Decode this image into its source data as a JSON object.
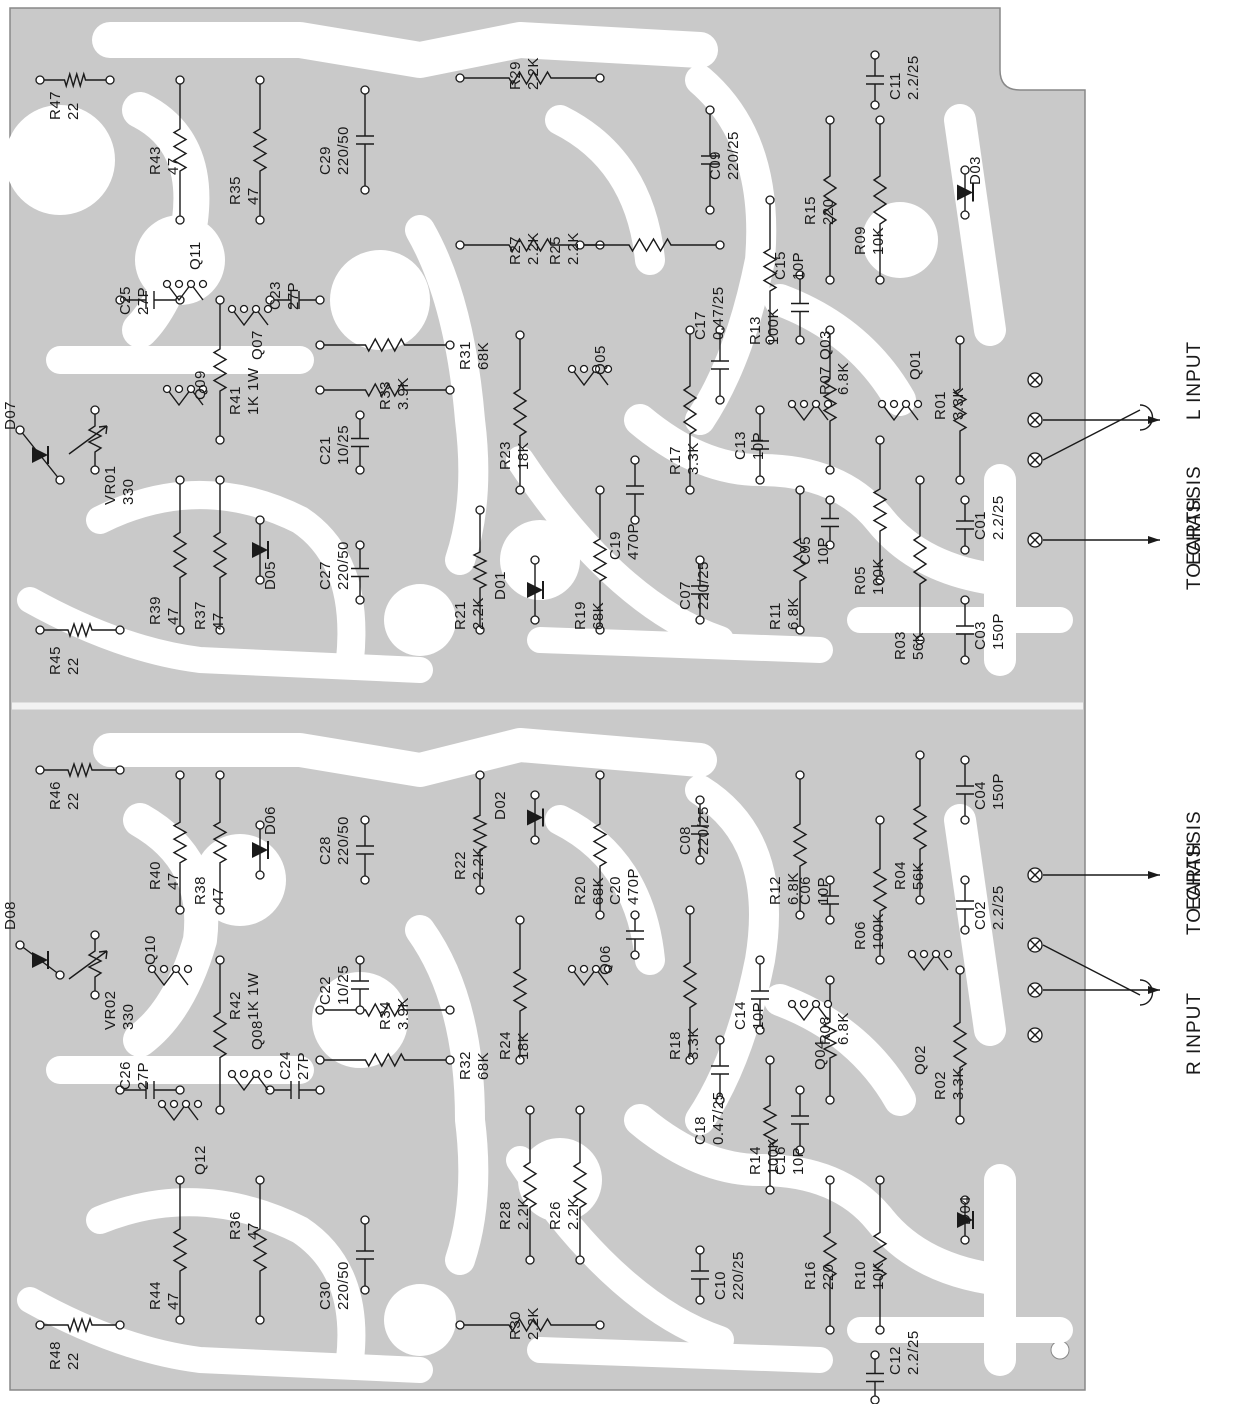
{
  "colors": {
    "board": "#c9c9c9",
    "trace": "#ffffff",
    "ink": "#1a1a1a",
    "paper": "#ffffff"
  },
  "left_channel": {
    "resistors": [
      {
        "ref": "R47",
        "val": "22"
      },
      {
        "ref": "R43",
        "val": "47"
      },
      {
        "ref": "R35",
        "val": "47"
      },
      {
        "ref": "R29",
        "val": "2.2K"
      },
      {
        "ref": "R27",
        "val": "2.2K"
      },
      {
        "ref": "R25",
        "val": "2.2K"
      },
      {
        "ref": "R15",
        "val": "220"
      },
      {
        "ref": "R09",
        "val": "10K"
      },
      {
        "ref": "R13",
        "val": "100K"
      },
      {
        "ref": "R31",
        "val": "68K"
      },
      {
        "ref": "R41",
        "val": "1K 1W"
      },
      {
        "ref": "R33",
        "val": "3.9K"
      },
      {
        "ref": "R23",
        "val": "18K"
      },
      {
        "ref": "R17",
        "val": "3.3K"
      },
      {
        "ref": "R07",
        "val": "6.8K"
      },
      {
        "ref": "R01",
        "val": "3.3K"
      },
      {
        "ref": "R39",
        "val": "47"
      },
      {
        "ref": "R37",
        "val": "47"
      },
      {
        "ref": "R21",
        "val": "2.2K"
      },
      {
        "ref": "R19",
        "val": "68K"
      },
      {
        "ref": "R11",
        "val": "6.8K"
      },
      {
        "ref": "R05",
        "val": "100K"
      },
      {
        "ref": "R03",
        "val": "56K"
      },
      {
        "ref": "R45",
        "val": "22"
      }
    ],
    "capacitors": [
      {
        "ref": "C29",
        "val": "220/50"
      },
      {
        "ref": "C09",
        "val": "220/25"
      },
      {
        "ref": "C11",
        "val": "2.2/25"
      },
      {
        "ref": "C25",
        "val": "27P"
      },
      {
        "ref": "C23",
        "val": "27P"
      },
      {
        "ref": "C17",
        "val": "0.47/25"
      },
      {
        "ref": "C15",
        "val": "10P"
      },
      {
        "ref": "C21",
        "val": "10/25"
      },
      {
        "ref": "C13",
        "val": "10P"
      },
      {
        "ref": "C19",
        "val": "470P"
      },
      {
        "ref": "C27",
        "val": "220/50"
      },
      {
        "ref": "C07",
        "val": "220/25"
      },
      {
        "ref": "C05",
        "val": "10P"
      },
      {
        "ref": "C01",
        "val": "2.2/25"
      },
      {
        "ref": "C03",
        "val": "150P"
      }
    ],
    "transistors": [
      "Q11",
      "Q07",
      "Q09",
      "Q05",
      "Q03",
      "Q01"
    ],
    "diodes": [
      "D07",
      "D05",
      "D01",
      "D03"
    ],
    "trimmer": {
      "ref": "VR01",
      "val": "330"
    }
  },
  "right_channel": {
    "resistors": [
      {
        "ref": "R46",
        "val": "22"
      },
      {
        "ref": "R40",
        "val": "47"
      },
      {
        "ref": "R38",
        "val": "47"
      },
      {
        "ref": "R22",
        "val": "2.2K"
      },
      {
        "ref": "R20",
        "val": "68K"
      },
      {
        "ref": "R12",
        "val": "6.8K"
      },
      {
        "ref": "R06",
        "val": "100K"
      },
      {
        "ref": "R04",
        "val": "56K"
      },
      {
        "ref": "R42",
        "val": "1K 1W"
      },
      {
        "ref": "R34",
        "val": "3.9K"
      },
      {
        "ref": "R24",
        "val": "18K"
      },
      {
        "ref": "R18",
        "val": "3.3K"
      },
      {
        "ref": "R08",
        "val": "6.8K"
      },
      {
        "ref": "R02",
        "val": "3.3K"
      },
      {
        "ref": "R32",
        "val": "68K"
      },
      {
        "ref": "R14",
        "val": "100K"
      },
      {
        "ref": "R44",
        "val": "47"
      },
      {
        "ref": "R36",
        "val": "47"
      },
      {
        "ref": "R28",
        "val": "2.2K"
      },
      {
        "ref": "R26",
        "val": "2.2K"
      },
      {
        "ref": "R16",
        "val": "220"
      },
      {
        "ref": "R10",
        "val": "10K"
      },
      {
        "ref": "R48",
        "val": "22"
      },
      {
        "ref": "R30",
        "val": "2.2K"
      }
    ],
    "capacitors": [
      {
        "ref": "C28",
        "val": "220/50"
      },
      {
        "ref": "C08",
        "val": "220/25"
      },
      {
        "ref": "C04",
        "val": "150P"
      },
      {
        "ref": "C20",
        "val": "470P"
      },
      {
        "ref": "C06",
        "val": "10P"
      },
      {
        "ref": "C02",
        "val": "2.2/25"
      },
      {
        "ref": "C22",
        "val": "10/25"
      },
      {
        "ref": "C14",
        "val": "10P"
      },
      {
        "ref": "C24",
        "val": "27P"
      },
      {
        "ref": "C26",
        "val": "27P"
      },
      {
        "ref": "C18",
        "val": "0.47/25"
      },
      {
        "ref": "C16",
        "val": "10P"
      },
      {
        "ref": "C30",
        "val": "220/50"
      },
      {
        "ref": "C10",
        "val": "220/25"
      },
      {
        "ref": "C12",
        "val": "2.2/25"
      }
    ],
    "transistors": [
      "Q10",
      "Q08",
      "Q12",
      "Q06",
      "Q04",
      "Q02"
    ],
    "diodes": [
      "D06",
      "D02",
      "D08",
      "D04"
    ],
    "trimmer": {
      "ref": "VR02",
      "val": "330"
    }
  },
  "io": {
    "l_input": "L INPUT",
    "r_input": "R INPUT",
    "chassis_l": "TO CHASSIS EARTH",
    "chassis_r": "TO CHASSIS EARTH"
  }
}
